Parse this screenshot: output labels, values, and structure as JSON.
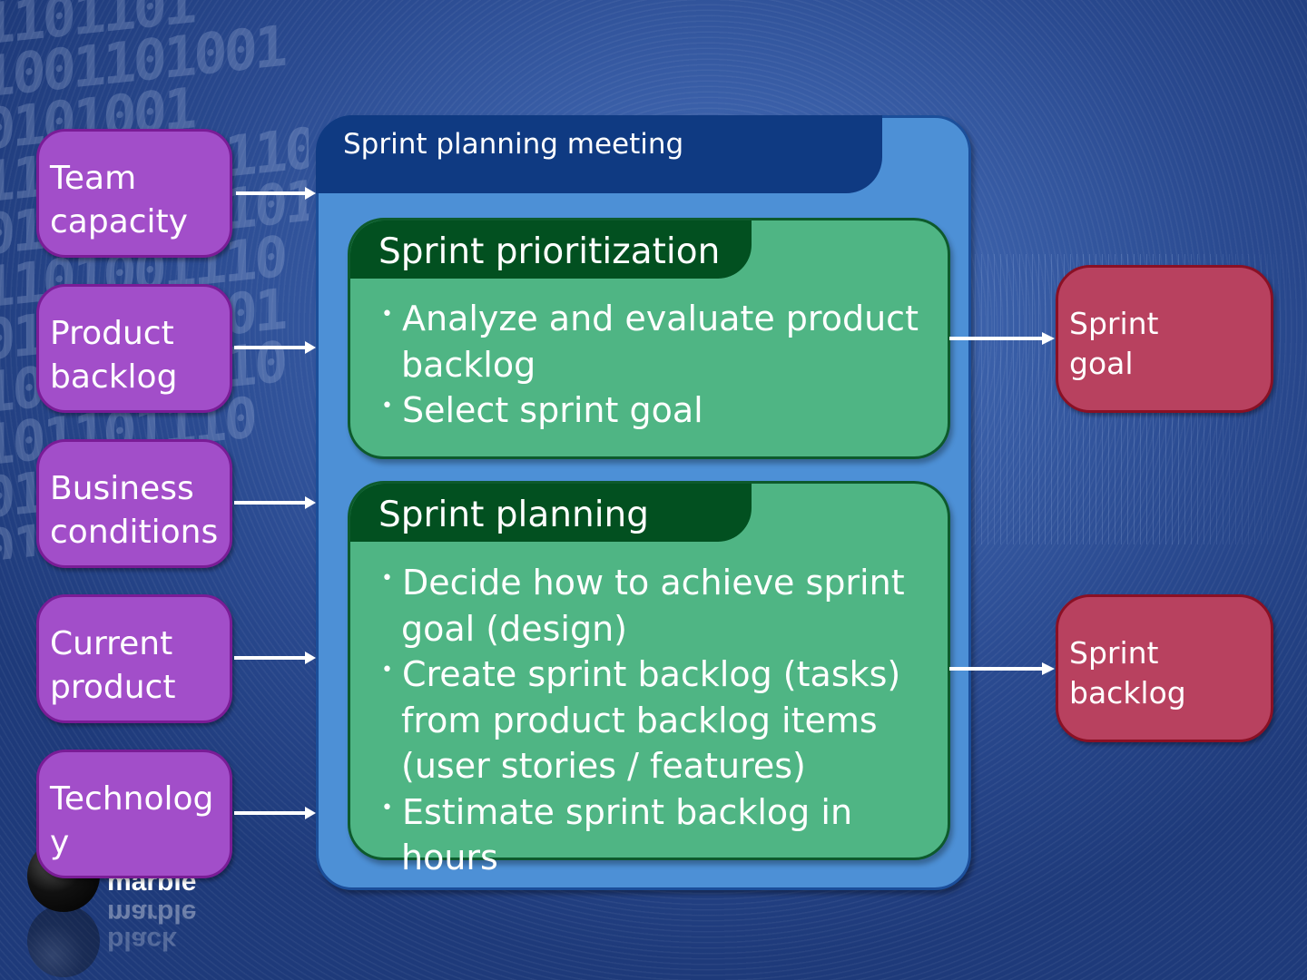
{
  "meeting": {
    "title": "Sprint planning meeting"
  },
  "inputs": [
    {
      "label": "Team capacity"
    },
    {
      "label": "Product backlog"
    },
    {
      "label": "Business conditions"
    },
    {
      "label": "Current product"
    },
    {
      "label": "Technology"
    }
  ],
  "activities": {
    "prioritization": {
      "title": "Sprint prioritization",
      "bullets": [
        "Analyze and evaluate product backlog",
        "Select sprint goal"
      ]
    },
    "planning": {
      "title": "Sprint planning",
      "bullets": [
        "Decide how to achieve sprint goal (design)",
        "Create sprint backlog (tasks) from product backlog items (user stories / features)",
        "Estimate sprint backlog in hours"
      ]
    }
  },
  "outputs": [
    {
      "label": "Sprint goal"
    },
    {
      "label": "Sprint backlog"
    }
  ],
  "logo": {
    "line1": "black",
    "line2": "marble"
  },
  "colors": {
    "input_fill": "#a24ec9",
    "activity_fill": "#4fb584",
    "output_fill": "#b8415f",
    "meeting_fill": "#4d90d6",
    "meeting_tab": "#0f3a82"
  }
}
